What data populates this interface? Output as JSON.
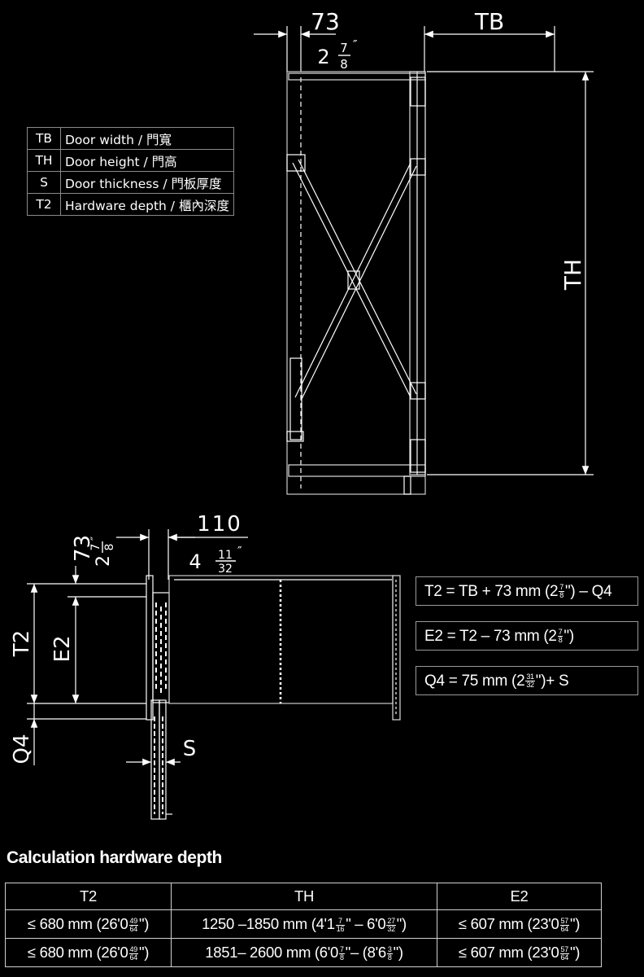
{
  "top_view": {
    "dim_73": "73",
    "dim_73_whole": "2",
    "dim_73_num": "7",
    "dim_73_den": "8",
    "dim_tb": "TB",
    "dim_th": "TH"
  },
  "legend": [
    {
      "code": "TB",
      "label": "Door width / 門寬"
    },
    {
      "code": "TH",
      "label": "Door height / 門高"
    },
    {
      "code": "S",
      "label": "Door thickness / 門板厚度"
    },
    {
      "code": "T2",
      "label": "Hardware depth / 櫃內深度"
    }
  ],
  "side_view": {
    "dim_73": "73",
    "dim_73_whole": "2",
    "dim_73_num": "7",
    "dim_73_den": "8",
    "dim_110": "110",
    "dim_110_whole": "4",
    "dim_110_num": "11",
    "dim_110_den": "32",
    "label_t2": "T2",
    "label_e2": "E2",
    "label_q4": "Q4",
    "label_s": "S"
  },
  "formulas": [
    {
      "pre": "T2 = TB + 73 mm (2",
      "num": "7",
      "den": "8",
      "post": "\") – Q4"
    },
    {
      "pre": "E2 = T2 – 73 mm (2",
      "num": "7",
      "den": "8",
      "post": "\")"
    },
    {
      "pre": "Q4 = 75 mm (2",
      "num": "31",
      "den": "32",
      "post": "\")+ S"
    }
  ],
  "calc": {
    "heading": "Calculation hardware depth",
    "headers": [
      "T2",
      "TH",
      "E2"
    ],
    "rows": [
      [
        {
          "pre": "≤ 680 mm (26'0",
          "num": "49",
          "den": "64",
          "post": "\")"
        },
        {
          "pre": "1250 –1850 mm (4'1",
          "num": "7",
          "den": "16",
          "mid": "\" – 6'0",
          "num2": "27",
          "den2": "32",
          "post": "\")"
        },
        {
          "pre": "≤ 607 mm (23'0",
          "num": "57",
          "den": "64",
          "post": "\")"
        }
      ],
      [
        {
          "pre": "≤ 680 mm (26'0",
          "num": "49",
          "den": "64",
          "post": "\")"
        },
        {
          "pre": "1851– 2600 mm (6'0",
          "num": "7",
          "den": "8",
          "mid": "\"– (8'6",
          "num2": "3",
          "den2": "8",
          "post": "\")"
        },
        {
          "pre": "≤ 607 mm (23'0",
          "num": "57",
          "den": "64",
          "post": "\")"
        }
      ]
    ]
  }
}
